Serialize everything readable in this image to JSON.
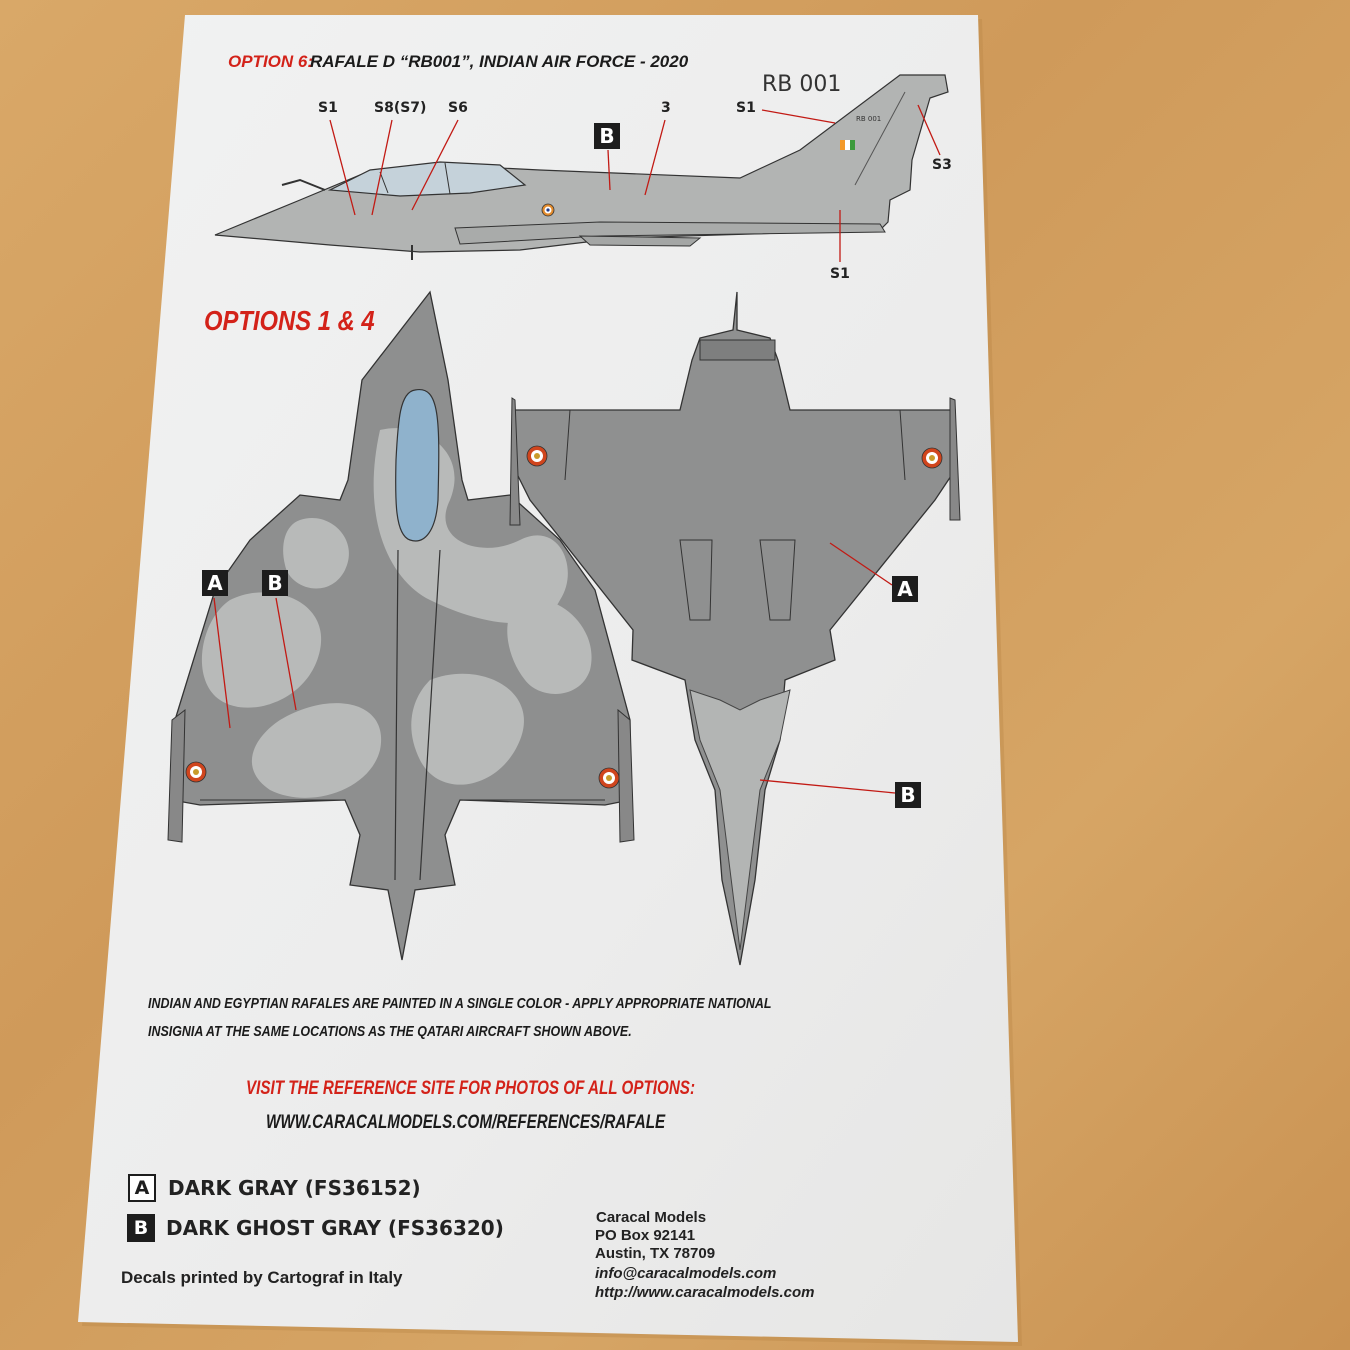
{
  "option6": {
    "label": "OPTION 6:",
    "title": "RAFALE D “RB001”, INDIAN AIR FORCE - 2020",
    "serial": "RB 001",
    "tail_serial": "RB 001",
    "callouts": {
      "s1_nose": "S1",
      "s8": "S8(S7)",
      "s6": "S6",
      "three": "3",
      "s1_tail": "S1",
      "s3": "S3",
      "s1_bottom": "S1",
      "b_marker": "B"
    }
  },
  "options14": {
    "title": "OPTIONS 1 & 4",
    "top_view_a": "A",
    "top_view_b": "B",
    "bottom_view_a": "A",
    "bottom_view_b": "B"
  },
  "note": {
    "line1": "INDIAN AND EGYPTIAN RAFALES ARE PAINTED IN A SINGLE COLOR - APPLY APPROPRIATE NATIONAL",
    "line2": "INSIGNIA AT THE SAME LOCATIONS AS THE QATARI AIRCRAFT SHOWN ABOVE."
  },
  "reference": {
    "line1": "VISIT THE REFERENCE SITE FOR PHOTOS OF ALL OPTIONS:",
    "url": "WWW.CARACALMODELS.COM/REFERENCES/RAFALE"
  },
  "legend": [
    {
      "key": "A",
      "text": "DARK GRAY (FS36152)"
    },
    {
      "key": "B",
      "text": "DARK GHOST GRAY (FS36320)"
    }
  ],
  "printer": "Decals printed by Cartograf in Italy",
  "address": {
    "name": "Caracal Models",
    "box": "PO Box 92141",
    "city": "Austin, TX 78709",
    "email": "info@caracalmodels.com",
    "web": "http://www.caracalmodels.com"
  },
  "colors": {
    "accent_red": "#d32219",
    "dark_gray": "#8c8c8c",
    "dark_ghost_gray": "#b4b6b5",
    "paper": "#eeefee",
    "table": "#d4a262"
  }
}
